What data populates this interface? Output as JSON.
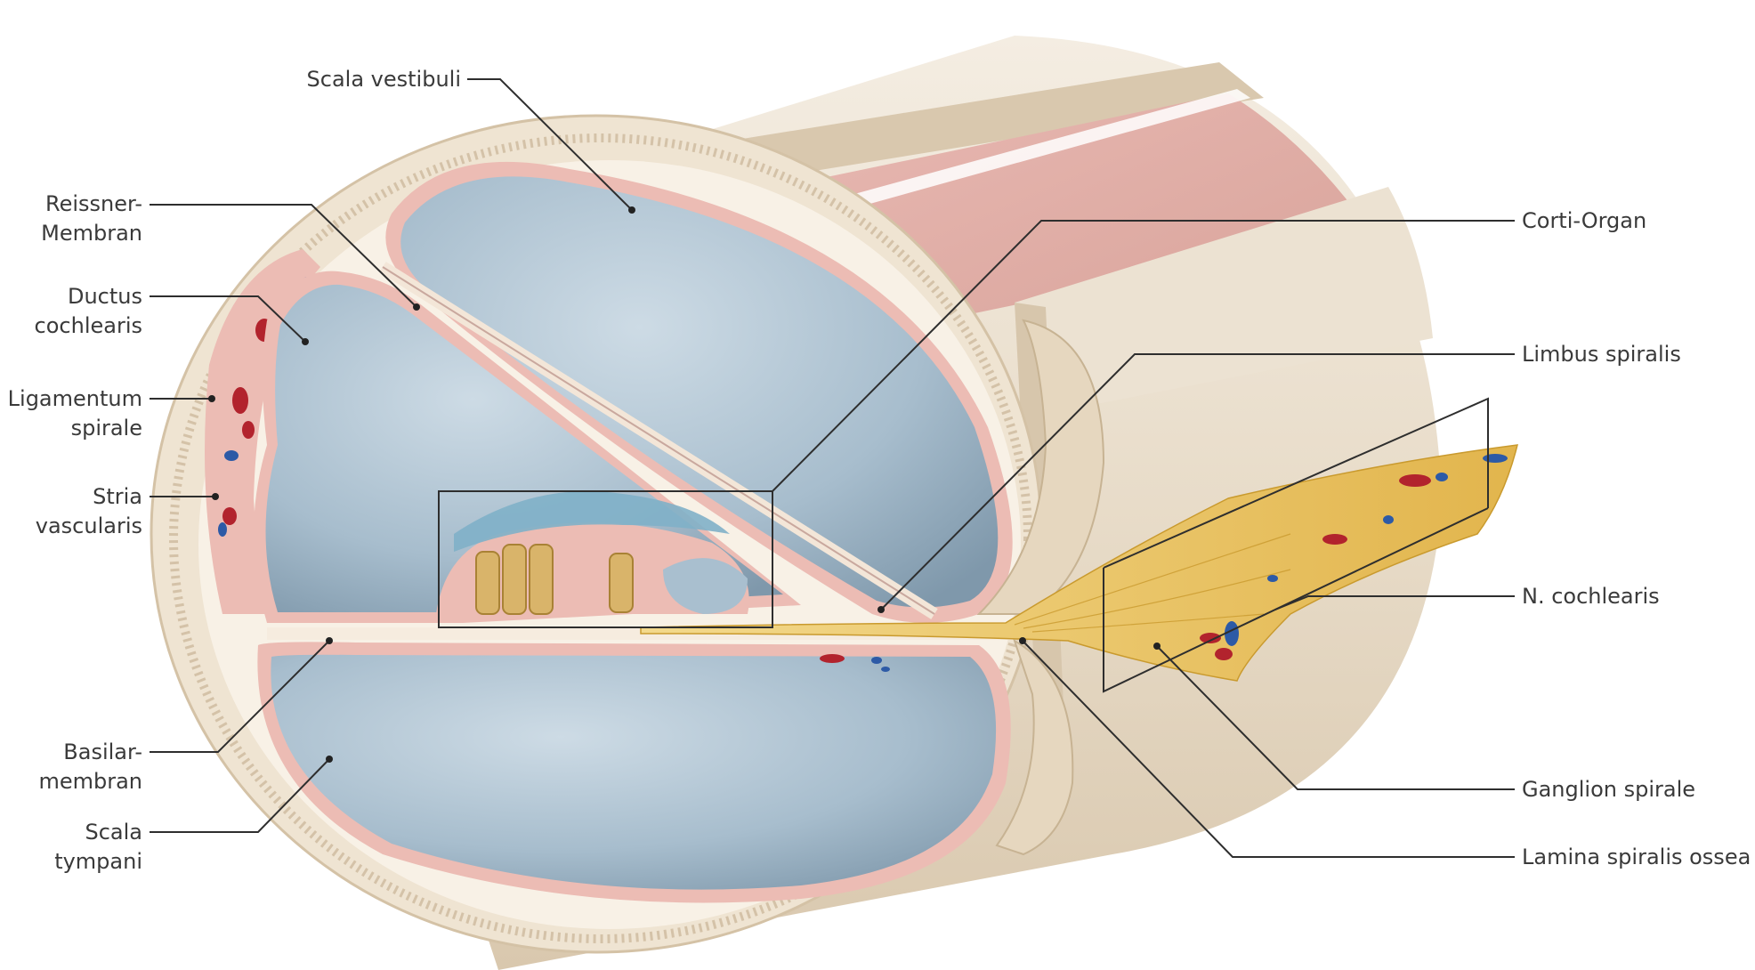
{
  "colors": {
    "bone": "#efe6d8",
    "bone_shade": "#dcccb4",
    "periost": "#f6ecdf",
    "mucosa": "#ecbcb4",
    "fluid": "#a9bfcf",
    "fluid_light": "#c6d5e0",
    "fluid_dark": "#7f98ab",
    "nerve": "#e9c46a",
    "nerve_dark": "#c99a2e",
    "artery": "#b2232d",
    "vein": "#2d5aa6",
    "label_text": "#3a3a3a"
  },
  "labels": {
    "scala_vestibuli": "Scala vestibuli",
    "reissner_1": "Reissner-",
    "reissner_2": "Membran",
    "ductus_1": "Ductus",
    "ductus_2": "cochlearis",
    "ligamentum_1": "Ligamentum",
    "ligamentum_2": "spirale",
    "stria_1": "Stria",
    "stria_2": "vascularis",
    "basilar_1": "Basilar-",
    "basilar_2": "membran",
    "scala_tympani_1": "Scala",
    "scala_tympani_2": "tympani",
    "corti": "Corti-Organ",
    "limbus": "Limbus spiralis",
    "n_cochlearis": "N. cochlearis",
    "ganglion": "Ganglion spirale",
    "lamina": "Lamina spiralis ossea"
  },
  "icons": {
    "illustration": "cochlea-cross-section"
  }
}
